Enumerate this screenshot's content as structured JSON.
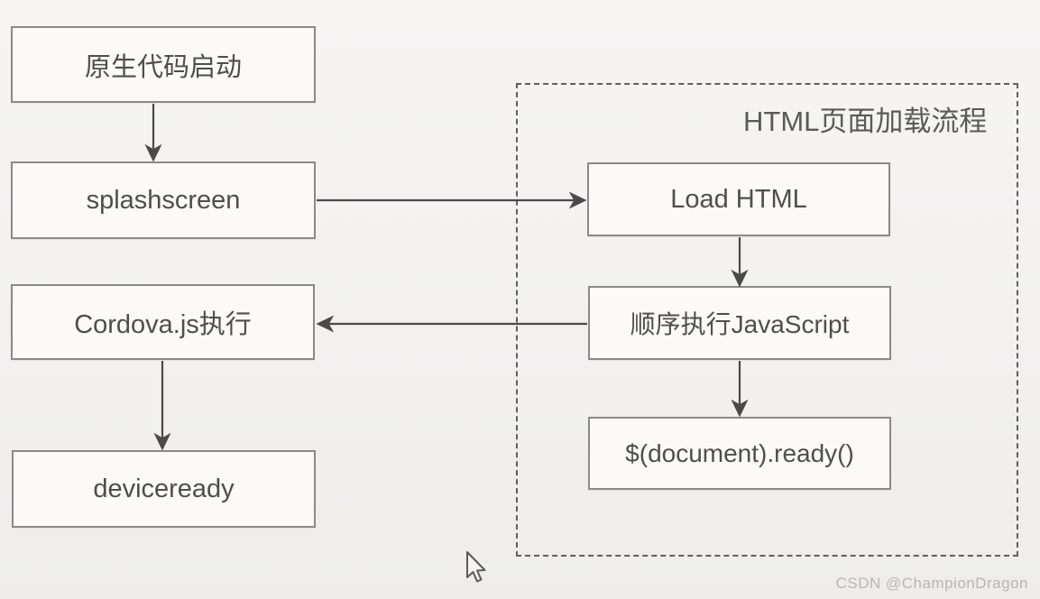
{
  "diagram": {
    "group_title": "HTML页面加载流程",
    "nodes": {
      "native": {
        "label": "原生代码启动"
      },
      "splashscreen": {
        "label": "splashscreen"
      },
      "cordova": {
        "label": "Cordova.js执行"
      },
      "deviceready": {
        "label": "deviceready"
      },
      "load_html": {
        "label": "Load HTML"
      },
      "js_exec": {
        "label": "顺序执行JavaScript"
      },
      "document_ready": {
        "label": "$(document).ready()"
      }
    },
    "edges": [
      {
        "from": "native",
        "to": "splashscreen"
      },
      {
        "from": "splashscreen",
        "to": "load_html"
      },
      {
        "from": "load_html",
        "to": "js_exec"
      },
      {
        "from": "js_exec",
        "to": "cordova"
      },
      {
        "from": "cordova",
        "to": "deviceready"
      },
      {
        "from": "js_exec",
        "to": "document_ready"
      }
    ],
    "colors": {
      "background": "#f2f1f0",
      "node_fill": "#fbfaf9",
      "node_border": "#8a8a8a",
      "dashed_border": "#606060",
      "arrow_line": "#4a4a4a",
      "node_text": "#4e4e4e",
      "title_text": "#5a5a5a",
      "watermark_text": "#b7b6b5"
    }
  },
  "watermark": {
    "text": "CSDN @ChampionDragon"
  }
}
